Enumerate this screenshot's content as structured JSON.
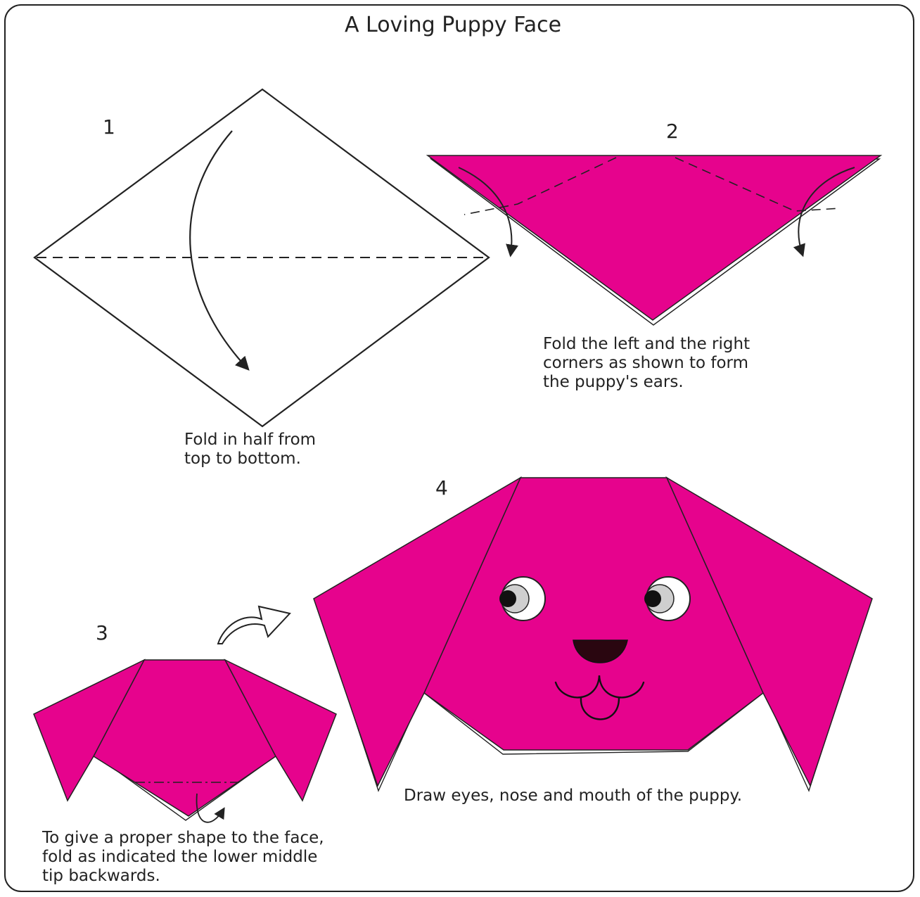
{
  "title": "A Loving Puppy Face",
  "colors": {
    "paper": "#e6038d",
    "line": "#222222",
    "mouth": "#2a0610"
  },
  "steps": [
    {
      "number": "1",
      "caption": "Fold in half from\ntop to bottom."
    },
    {
      "number": "2",
      "caption": "Fold the left and the right\ncorners as shown to form\nthe puppy's ears."
    },
    {
      "number": "3",
      "caption": "To give a proper shape to the face,\nfold as indicated the lower middle\ntip backwards."
    },
    {
      "number": "4",
      "caption": "Draw eyes, nose and mouth of the puppy."
    }
  ]
}
